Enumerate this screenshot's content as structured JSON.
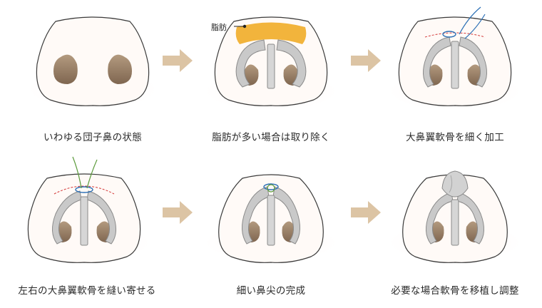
{
  "steps": [
    {
      "caption": "いわゆる団子鼻の状態"
    },
    {
      "caption": "脂肪が多い場合は取り除く"
    },
    {
      "caption": "大鼻翼軟骨を細く加工"
    },
    {
      "caption": "左右の大鼻翼軟骨を縫い寄せる"
    },
    {
      "caption": "細い鼻尖の完成"
    },
    {
      "caption": "必要な場合軟骨を移植し調整"
    }
  ],
  "fat_label": "脂肪",
  "colors": {
    "skin_outline": "#3a3a3a",
    "skin_glow": "#fbe3dc",
    "nostril": "#9b7f63",
    "cartilage": "#c9c9c9",
    "cartilage_edge": "#8a8a8a",
    "fat": "#f2b43c",
    "arrow": "#dcc4a4",
    "thread_blue": "#2b6fb5",
    "thread_green": "#5a9a3a",
    "cut_line": "#d43a3a"
  }
}
